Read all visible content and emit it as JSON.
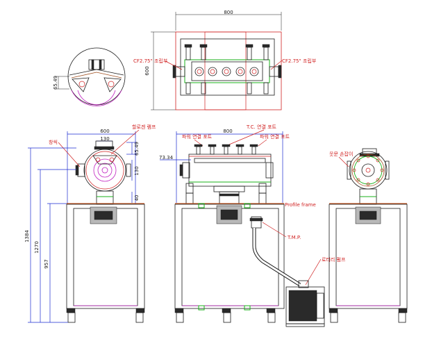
{
  "top_view": {
    "width_label": "800",
    "height_label": "600",
    "left_note": "CF2.75\" 조립부",
    "right_note": "CF2.75\" 조립부"
  },
  "detail_view": {
    "dim_label": "65.49"
  },
  "side_view": {
    "width_label": "600",
    "dim_130_top": "130",
    "dim_65_49": "65.49",
    "dim_130_side": "130",
    "dim_40": "40",
    "dim_1384": "1384",
    "dim_1270": "1270",
    "dim_957": "957",
    "note_viewport": "창씩",
    "note_heater_lamp": "할로겐 램프"
  },
  "front_view": {
    "width_label": "800",
    "dim_73_34": "73.34",
    "note_tc_port": "T.C. 연결 포트",
    "note_power_port_left": "파워 연결 포트",
    "note_power_port_right": "파워 연결 포트",
    "note_profile_frame": "Profile frame",
    "note_tmp": "T.M.P.",
    "note_rotary_pump": "로터리 펌프"
  },
  "right_view": {
    "note_rotary_manipulator": "웃문 손잡이"
  }
}
